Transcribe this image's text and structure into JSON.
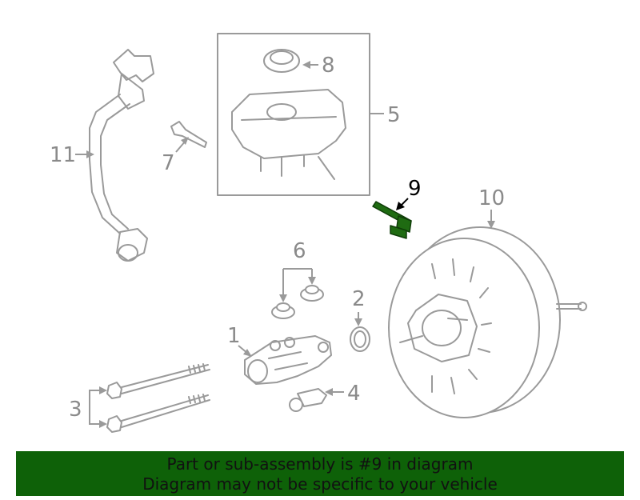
{
  "callouts": {
    "c1": "1",
    "c2": "2",
    "c3": "3",
    "c4": "4",
    "c5": "5",
    "c6": "6",
    "c7": "7",
    "c8": "8",
    "c9": "9",
    "c10": "10",
    "c11": "11"
  },
  "highlight": {
    "part_number": "9",
    "color": "#1f6b12"
  },
  "banner": {
    "line1": "Part or sub-assembly is #9 in diagram",
    "line2": "Diagram may not be specific to your vehicle",
    "background": "#0e6108"
  }
}
